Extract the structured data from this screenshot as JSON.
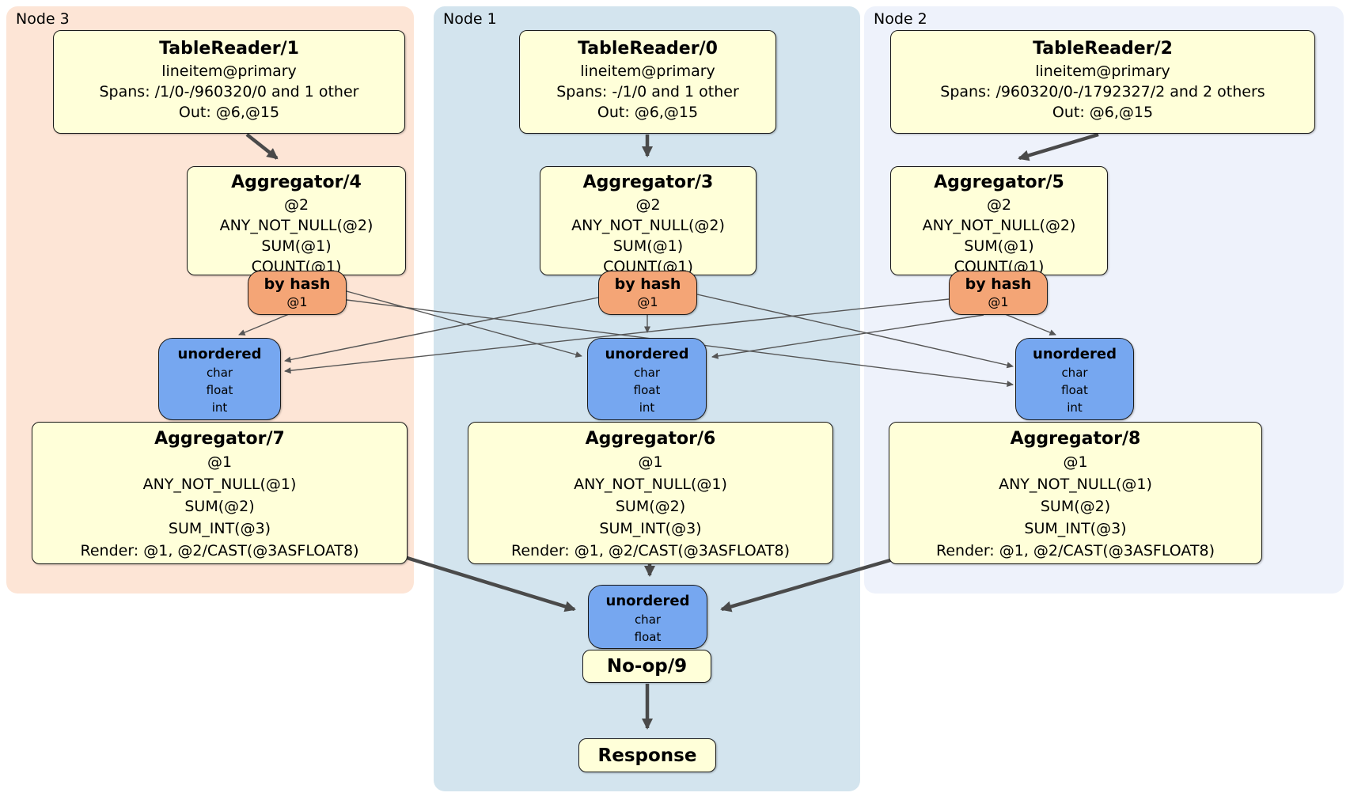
{
  "panels": {
    "node3": {
      "label": "Node 3"
    },
    "node1": {
      "label": "Node 1"
    },
    "node2": {
      "label": "Node 2"
    }
  },
  "boxes": {
    "tr1": {
      "title": "TableReader/1",
      "lines": [
        "lineitem@primary",
        "Spans: /1/0-/960320/0 and 1 other",
        "Out: @6,@15"
      ]
    },
    "tr0": {
      "title": "TableReader/0",
      "lines": [
        "lineitem@primary",
        "Spans: -/1/0 and 1 other",
        "Out: @6,@15"
      ]
    },
    "tr2": {
      "title": "TableReader/2",
      "lines": [
        "lineitem@primary",
        "Spans: /960320/0-/1792327/2 and 2 others",
        "Out: @6,@15"
      ]
    },
    "agg4": {
      "title": "Aggregator/4",
      "lines": [
        "@2",
        "ANY_NOT_NULL(@2)",
        "SUM(@1)",
        "COUNT(@1)"
      ]
    },
    "agg3": {
      "title": "Aggregator/3",
      "lines": [
        "@2",
        "ANY_NOT_NULL(@2)",
        "SUM(@1)",
        "COUNT(@1)"
      ]
    },
    "agg5": {
      "title": "Aggregator/5",
      "lines": [
        "@2",
        "ANY_NOT_NULL(@2)",
        "SUM(@1)",
        "COUNT(@1)"
      ]
    },
    "agg7": {
      "title": "Aggregator/7",
      "lines": [
        "@1",
        "ANY_NOT_NULL(@1)",
        "SUM(@2)",
        "SUM_INT(@3)",
        "Render: @1, @2/CAST(@3ASFLOAT8)"
      ]
    },
    "agg6": {
      "title": "Aggregator/6",
      "lines": [
        "@1",
        "ANY_NOT_NULL(@1)",
        "SUM(@2)",
        "SUM_INT(@3)",
        "Render: @1, @2/CAST(@3ASFLOAT8)"
      ]
    },
    "agg8": {
      "title": "Aggregator/8",
      "lines": [
        "@1",
        "ANY_NOT_NULL(@1)",
        "SUM(@2)",
        "SUM_INT(@3)",
        "Render: @1, @2/CAST(@3ASFLOAT8)"
      ]
    },
    "noop": {
      "title": "No-op/9"
    },
    "response": {
      "title": "Response"
    }
  },
  "routers": {
    "hash3": {
      "title": "by hash",
      "key": "@1"
    },
    "hash1": {
      "title": "by hash",
      "key": "@1"
    },
    "hash2": {
      "title": "by hash",
      "key": "@1"
    }
  },
  "syncs": {
    "sync3": {
      "title": "unordered",
      "lines": [
        "char",
        "float",
        "int"
      ]
    },
    "sync1": {
      "title": "unordered",
      "lines": [
        "char",
        "float",
        "int"
      ]
    },
    "sync2": {
      "title": "unordered",
      "lines": [
        "char",
        "float",
        "int"
      ]
    },
    "syncFinal": {
      "title": "unordered",
      "lines": [
        "char",
        "float"
      ]
    }
  },
  "colors": {
    "panel_node3": "#fde5d6",
    "panel_node1": "#d3e4ee",
    "panel_node2": "#eef2fb",
    "processor_box": "#ffffd9",
    "router_box": "#f4a576",
    "sync_box": "#76a7f0",
    "edge": "#4a4a4a"
  }
}
